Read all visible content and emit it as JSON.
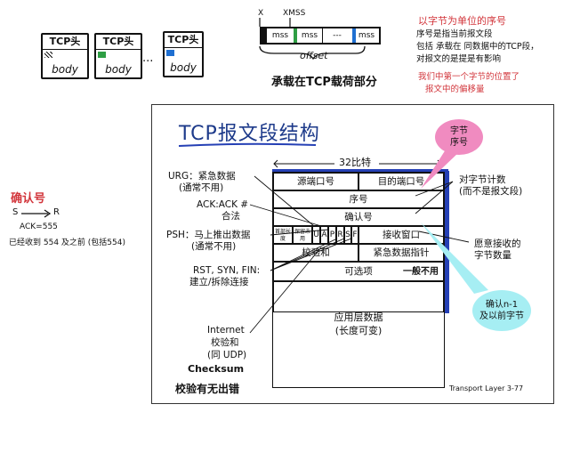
{
  "top_left": {
    "segments": [
      {
        "header": "TCP头",
        "body": "body"
      },
      {
        "header": "TCP头",
        "body": "body"
      },
      {
        "header": "TCP头",
        "body": "body"
      }
    ],
    "ellipsis": "..."
  },
  "top_middle": {
    "mark_x": "X",
    "mark_xmss": "XMSS",
    "cells": [
      "mss",
      "mss",
      "---",
      "mss"
    ],
    "offset_label": "offset",
    "caption": "承载在TCP载荷部分"
  },
  "top_right": {
    "heading": "以字节为单位的序号",
    "lines": [
      "序号是指当前报文段",
      "包括 承载在 同数据中的TCP段，",
      "对报文的是提是有影响"
    ],
    "red_note_1": "我们中第一个字节的位置了",
    "red_note_2": "报文中的偏移量"
  },
  "left_notes": {
    "title": "确认号",
    "s_label": "S",
    "r_label": "R",
    "ack": "ACK=555",
    "line": "已经收到 554 及之前 (包括554)"
  },
  "slide": {
    "title": "TCP报文段结构",
    "width_label": "32比特",
    "fields": {
      "src_port": "源端口号",
      "dst_port": "目的端口号",
      "seq": "序号",
      "ack": "确认号",
      "hdr_len": "首部长度",
      "unused": "保留未用",
      "flags": [
        "U",
        "A",
        "P",
        "R",
        "S",
        "F"
      ],
      "window": "接收窗口",
      "checksum": "校验和",
      "urg_ptr": "紧急数据指针",
      "options": "可选项",
      "data": "应用层数据",
      "data_sub": "(长度可变)"
    },
    "left_labels": {
      "urg": "URG：紧急数据",
      "urg_sub": "(通常不用)",
      "ack": "ACK:ACK #",
      "ack_sub": "合法",
      "psh": "PSH：马上推出数据",
      "psh_sub": "(通常不用)",
      "rst": "RST, SYN, FIN:",
      "rst_sub": "建立/拆除连接",
      "internet": "Internet",
      "internet_sub1": "校验和",
      "internet_sub2": "(同 UDP)"
    },
    "right_labels": {
      "bytes": "对字节计数",
      "bytes_sub": "(而不是报文段)",
      "window": "愿意接收的",
      "window_sub": "字节数量"
    },
    "bubble_pink": [
      "字节",
      "序号"
    ],
    "bubble_cyan": [
      "确认n-1",
      "及以前字节"
    ],
    "urg_hand_note": "一般不用",
    "checksum_note": "Checksum",
    "checksum_note_cn": "校验有无出错",
    "footer": "Transport Layer   3-77"
  },
  "colors": {
    "pink": "#f08bc0",
    "cyan": "#a6eef3",
    "blue_bar": "#2540b5",
    "red": "#d2353b"
  }
}
